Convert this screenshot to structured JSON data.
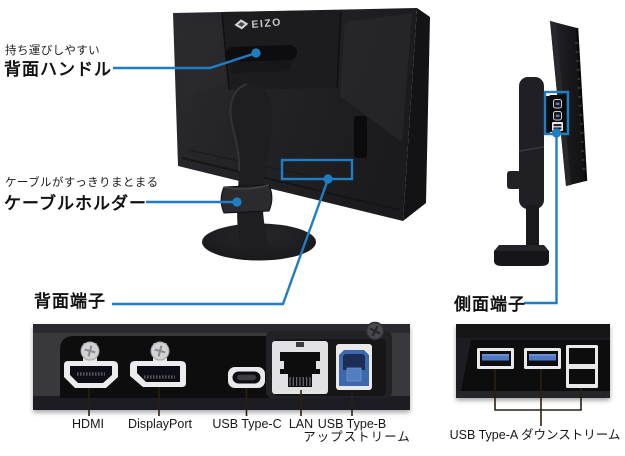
{
  "colors": {
    "accent": "#1f7dc4",
    "line_dark": "#2a1f12"
  },
  "logo": "EIZO",
  "callouts": {
    "handle_note": "持ち運びしやすい",
    "handle_label": "背面ハンドル",
    "cable_note": "ケーブルがすっきりまとまる",
    "cable_label": "ケーブルホルダー",
    "rear_ports_label": "背面端子",
    "side_ports_label": "側面端子"
  },
  "rear_port_labels": [
    {
      "name": "HDMI"
    },
    {
      "name": "DisplayPort"
    },
    {
      "name": "USB Type-C"
    },
    {
      "name": "LAN"
    },
    {
      "name": "USB Type-B",
      "sub": "アップストリーム"
    }
  ],
  "side_port_label": "USB Type-A ダウンストリーム"
}
